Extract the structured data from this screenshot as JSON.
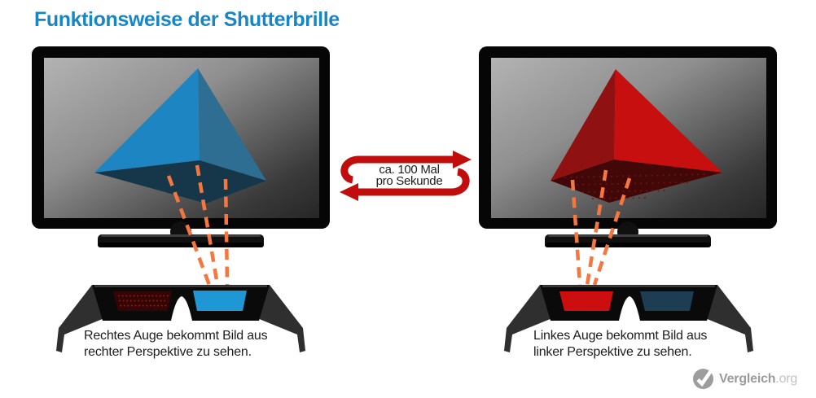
{
  "title": {
    "text": "Funktionsweise der Shutterbrille"
  },
  "cycle_label": {
    "line1": "ca. 100 Mal",
    "line2": "pro Sekunde"
  },
  "panels": {
    "left": {
      "caption_line1": "Rechtes Auge bekommt Bild aus",
      "caption_line2": "rechter Perspektive zu sehen."
    },
    "right": {
      "caption_line1": "Linkes Auge bekommt Bild aus",
      "caption_line2": "linker Perspektive zu sehen."
    }
  },
  "logo": {
    "brand": "Vergleich",
    "suffix": ".org"
  },
  "icons": {
    "cycle": "cycle-arrows-icon",
    "logo": "check-circle-icon",
    "beams": "light-beam-dashes-icon"
  },
  "colors": {
    "title_blue": "#1786c6",
    "arrow_red": "#c20d0d",
    "beam_orange": "#f5763f",
    "text_dark": "#1d1d1b",
    "tv_black": "#060606",
    "pyramid_blue_light": "#1d86c2",
    "pyramid_blue_dark": "#2d6e92",
    "pyramid_blue_bottom": "#16374a",
    "pyramid_red_light": "#c60f0e",
    "pyramid_red_dark": "#8f1111",
    "pyramid_red_bottom": "#420808",
    "lens_blue_open": "#1f97d4",
    "lens_red_closed": "#330505",
    "lens_red_open": "#cc0e0e",
    "lens_blue_closed": "#1d3e52",
    "glasses_frame": "#0a0a0a",
    "glasses_temple": "#2f2f2f",
    "logo_gray": "#9d9d9d",
    "logo_text_gray": "#9b9b9b",
    "logo_suffix_gray": "#c2c2c2"
  }
}
